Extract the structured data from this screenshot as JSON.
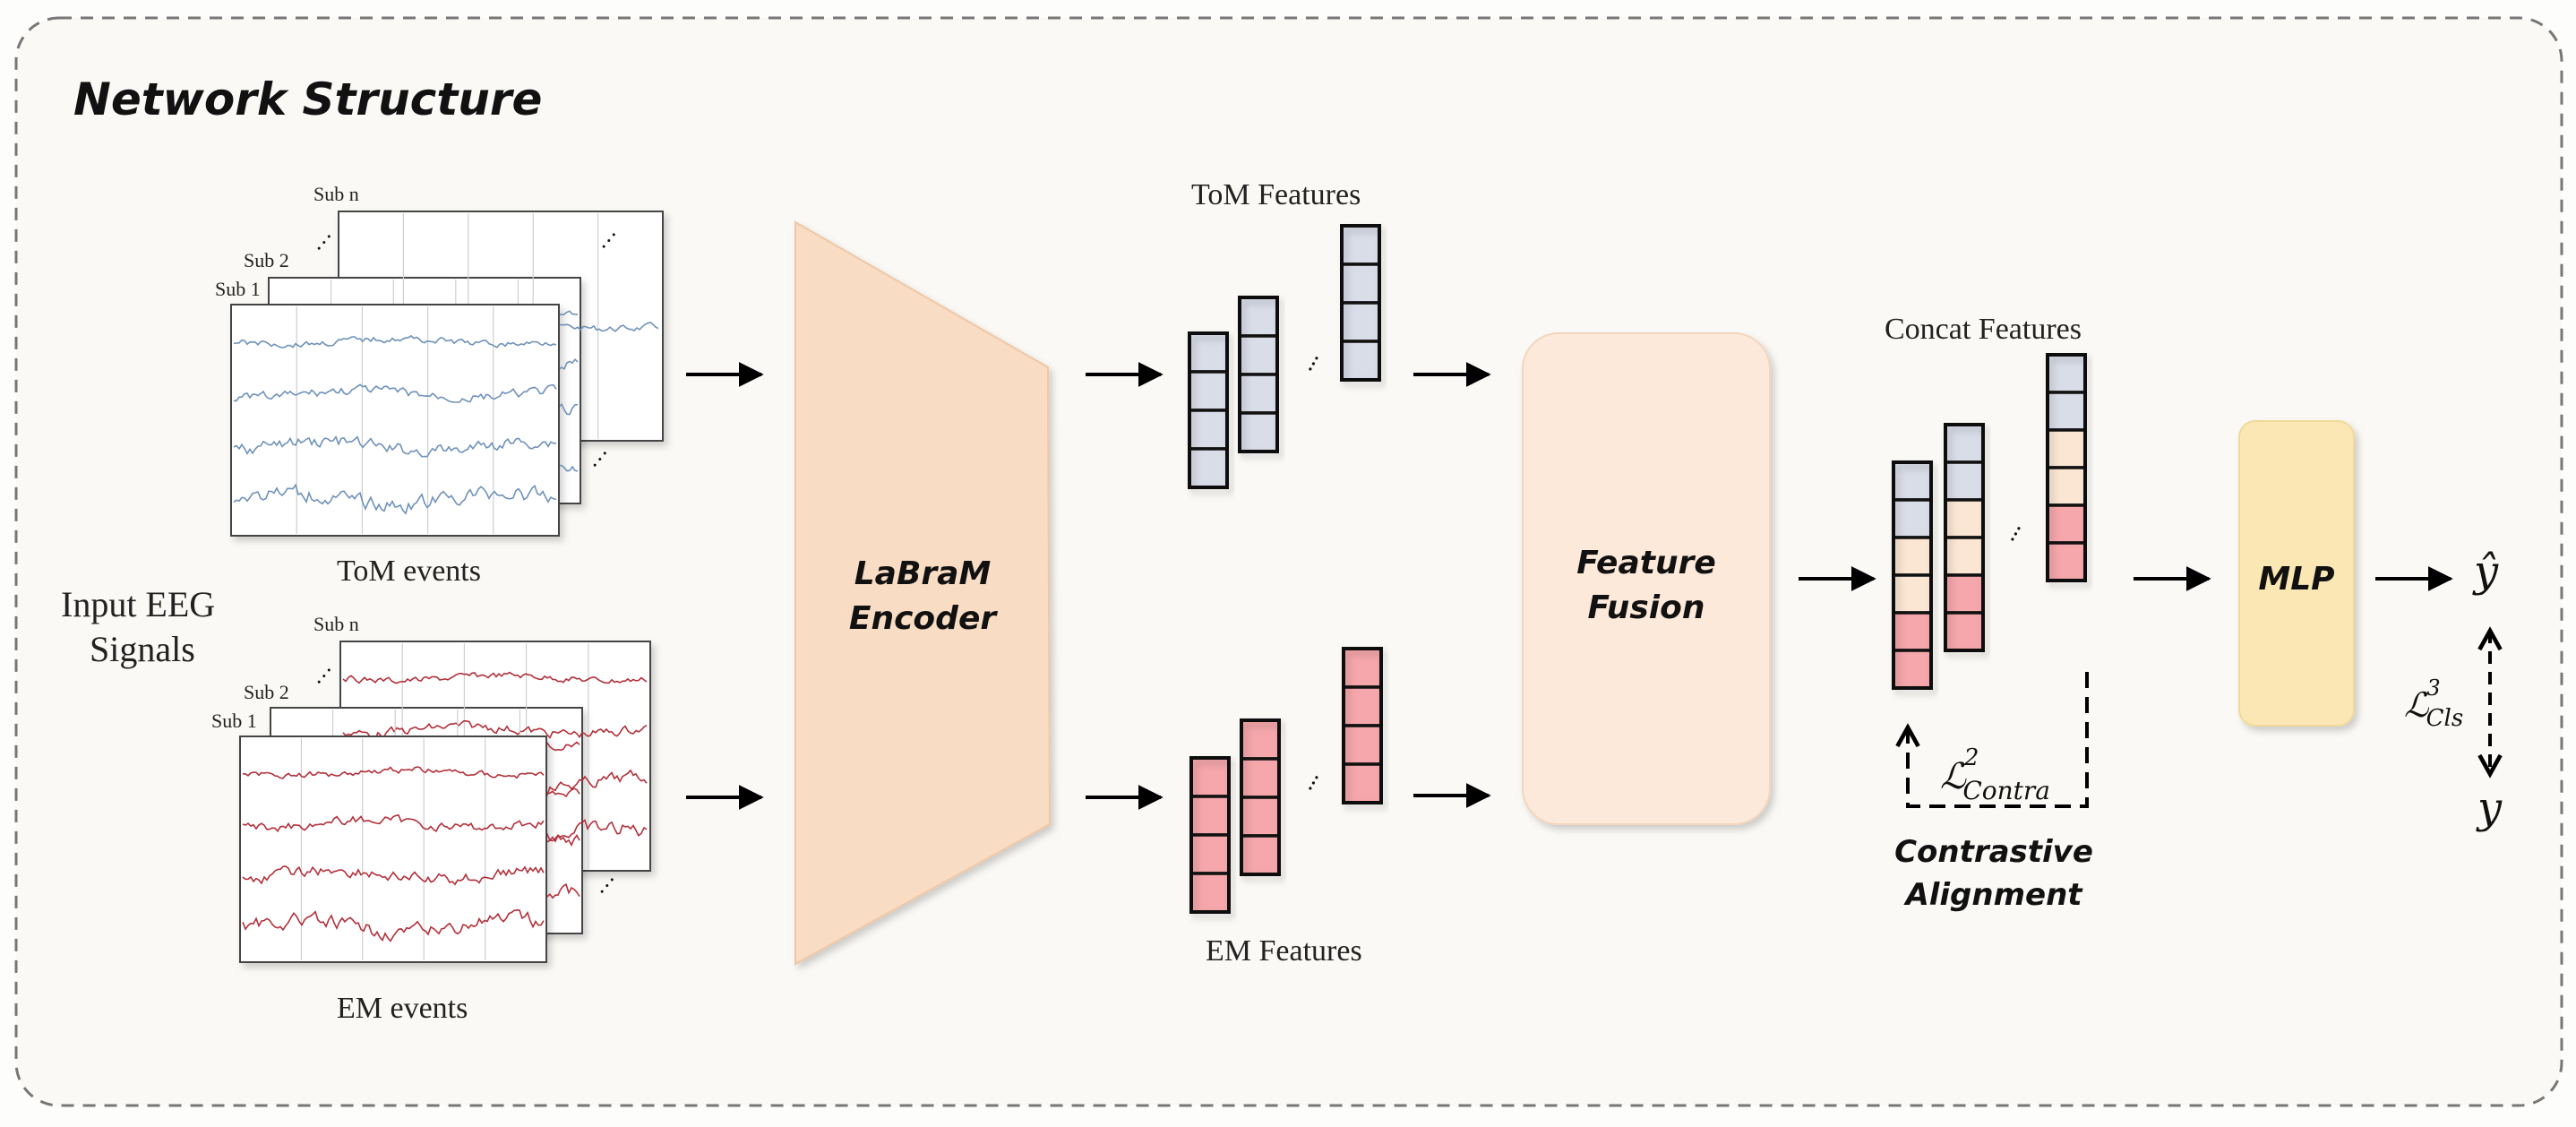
{
  "title": "Network Structure",
  "input_label_line1": "Input EEG",
  "input_label_line2": "Signals",
  "tom_group": {
    "caption": "ToM events",
    "sub_n": "Sub n",
    "sub_2": "Sub 2",
    "sub_1": "Sub 1"
  },
  "em_group": {
    "caption": "EM events",
    "sub_n": "Sub n",
    "sub_2": "Sub 2",
    "sub_1": "Sub 1"
  },
  "encoder": {
    "line1": "LaBraM",
    "line2": "Encoder"
  },
  "tom_features_label": "ToM Features",
  "em_features_label": "EM Features",
  "fusion": {
    "line1": "Feature",
    "line2": "Fusion"
  },
  "concat_features_label": "Concat Features",
  "contra_loss": {
    "symbol": "ℒ",
    "sup": "2",
    "sub": "Contra"
  },
  "contrastive": {
    "line1": "Contrastive",
    "line2": "Alignment"
  },
  "mlp_label": "MLP",
  "y_hat": "ŷ",
  "y": "y",
  "cls_loss": {
    "symbol": "ℒ",
    "sup": "3",
    "sub": "Cls"
  },
  "ellipsis": "...",
  "colors": {
    "tom_cell": "#d9dde8",
    "em_cell": "#f5a7ab",
    "concat_mid": "#fbe6d4",
    "encoder_fill": "#f9dcc4",
    "fusion_fill": "#fde9d9",
    "mlp_fill": "#fbe7b3",
    "tom_wave": "#6f92ba",
    "em_wave": "#b3303a"
  }
}
